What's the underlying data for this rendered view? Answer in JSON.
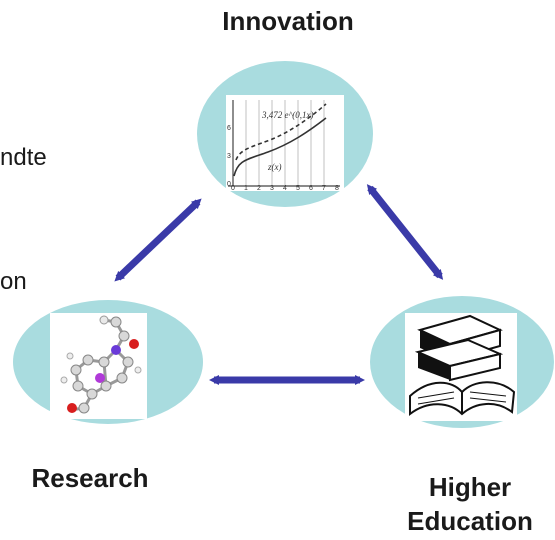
{
  "nodes": {
    "innovation": {
      "label": "Innovation",
      "image": "graph-plot-image",
      "plot": {
        "curve_label": "3,472 e^(0,1x)",
        "series_label": "z(x)",
        "x_ticks": [
          "0",
          "1",
          "2",
          "3",
          "4",
          "5",
          "6",
          "7",
          "8"
        ],
        "y_ticks": [
          "0",
          "3",
          "6"
        ]
      }
    },
    "research": {
      "label": "Research",
      "image": "molecule-model-image"
    },
    "higher_education": {
      "label_line1": "Higher",
      "label_line2": "Education",
      "image": "books-image"
    }
  },
  "cut_text": {
    "line1": "ndte",
    "line2": "on"
  },
  "colors": {
    "ellipse_fill": "#a9dcdf",
    "arrow": "#3a3aa8",
    "text": "#1a1a1a"
  },
  "arrows": [
    "innovation-research",
    "innovation-higher-education",
    "research-higher-education"
  ]
}
